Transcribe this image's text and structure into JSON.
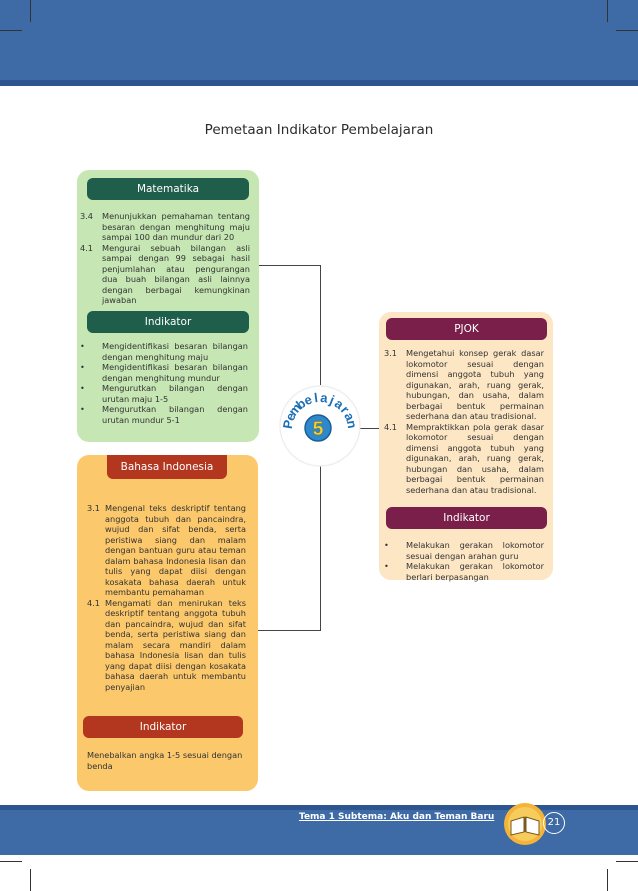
{
  "page_title": "Pemetaan Indikator Pembelajaran",
  "center_badge": {
    "letters": [
      "P",
      "e",
      "m",
      "b",
      "e",
      "l",
      "a",
      "j",
      "a",
      "r",
      "a",
      "n"
    ],
    "number": "5"
  },
  "matematika": {
    "header": "Matematika",
    "items": [
      {
        "num": "3.4",
        "text": "Menunjukkan pemahaman tentang besaran dengan menghitung maju sampai 100 dan mundur dari 20"
      },
      {
        "num": "4.1",
        "text": "Mengurai sebuah bilangan asli sampai dengan 99 sebagai hasil penjumlahan atau pengurangan dua buah bilangan asli lainnya dengan berbagai kemungkinan jawaban"
      }
    ],
    "indikator_header": "Indikator",
    "indikator": [
      "Mengidentifikasi besaran bilangan dengan menghitung maju",
      "Mengidentifikasi besaran bilangan dengan menghitung mundur",
      "Mengurutkan bilangan dengan urutan maju 1-5",
      "Mengurutkan bilangan dengan urutan mundur 5-1"
    ]
  },
  "bahasa": {
    "header": "Bahasa Indonesia",
    "items": [
      {
        "num": "3.1",
        "text": "Mengenal teks deskriptif tentang anggota tubuh dan pancaindra, wujud dan sifat benda, serta peristiwa siang dan malam dengan bantuan guru atau teman dalam bahasa Indonesia lisan dan tulis yang dapat diisi dengan kosakata bahasa daerah untuk membantu pemahaman"
      },
      {
        "num": "4.1",
        "text": "Mengamati dan menirukan teks deskriptif tentang anggota tubuh dan pancaindra, wujud dan sifat benda, serta peristiwa siang dan malam secara mandiri dalam bahasa Indonesia lisan dan tulis yang dapat diisi dengan kosakata bahasa daerah untuk membantu penyajian"
      }
    ],
    "indikator_header": "Indikator",
    "indikator_text": "Menebalkan angka 1-5 sesuai dengan benda"
  },
  "pjok": {
    "header": "PJOK",
    "items": [
      {
        "num": "3.1",
        "text": "Mengetahui konsep gerak dasar lokomotor sesuai dengan dimensi anggota tubuh yang digunakan, arah, ruang gerak, hubungan, dan usaha, dalam berbagai bentuk permainan sederhana dan atau tradisional."
      },
      {
        "num": "4.1",
        "text": "Mempraktikkan pola gerak dasar lokomotor sesuai dengan dimensi anggota tubuh yang digunakan, arah, ruang gerak, hubungan dan usaha, dalam berbagai bentuk permainan sederhana dan atau tradisional."
      }
    ],
    "indikator_header": "Indikator",
    "indikator": [
      "Melakukan gerakan lokomotor sesuai dengan arahan guru",
      "Melakukan gerakan lokomotor berlari berpasangan"
    ]
  },
  "footer": {
    "theme": "Tema 1 Subtema: Aku dan Teman Baru",
    "page_number": "21"
  },
  "colors": {
    "header_blue": "#3e6aa6",
    "green_panel": "#c6e6b4",
    "green_pill": "#1e5e4a",
    "orange_panel": "#fcc86c",
    "orange_pill": "#b3361e",
    "pjok_panel": "#fde6c4",
    "pjok_pill": "#7a1f4a"
  }
}
